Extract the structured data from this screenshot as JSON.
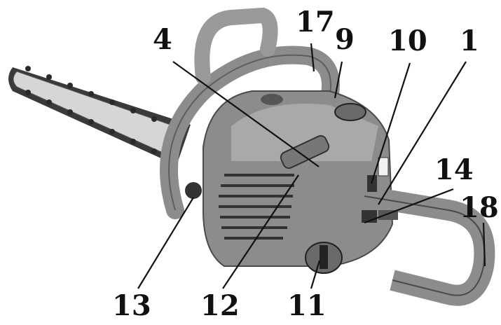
{
  "figure": {
    "subject": "chainsaw-parts-diagram",
    "colors": {
      "body": "#8c8c8c",
      "body_dark": "#5e5e5e",
      "body_light": "#b5b5b5",
      "bar": "#d6d6d6",
      "chain": "#3a3a3a",
      "ink": "#111111",
      "background": "#ffffff"
    }
  },
  "callouts": [
    {
      "id": "c4",
      "label": "4"
    },
    {
      "id": "c17",
      "label": "17"
    },
    {
      "id": "c9",
      "label": "9"
    },
    {
      "id": "c10",
      "label": "10"
    },
    {
      "id": "c1",
      "label": "1"
    },
    {
      "id": "c14",
      "label": "14"
    },
    {
      "id": "c18",
      "label": "18"
    },
    {
      "id": "c13",
      "label": "13"
    },
    {
      "id": "c12",
      "label": "12"
    },
    {
      "id": "c11",
      "label": "11"
    }
  ]
}
